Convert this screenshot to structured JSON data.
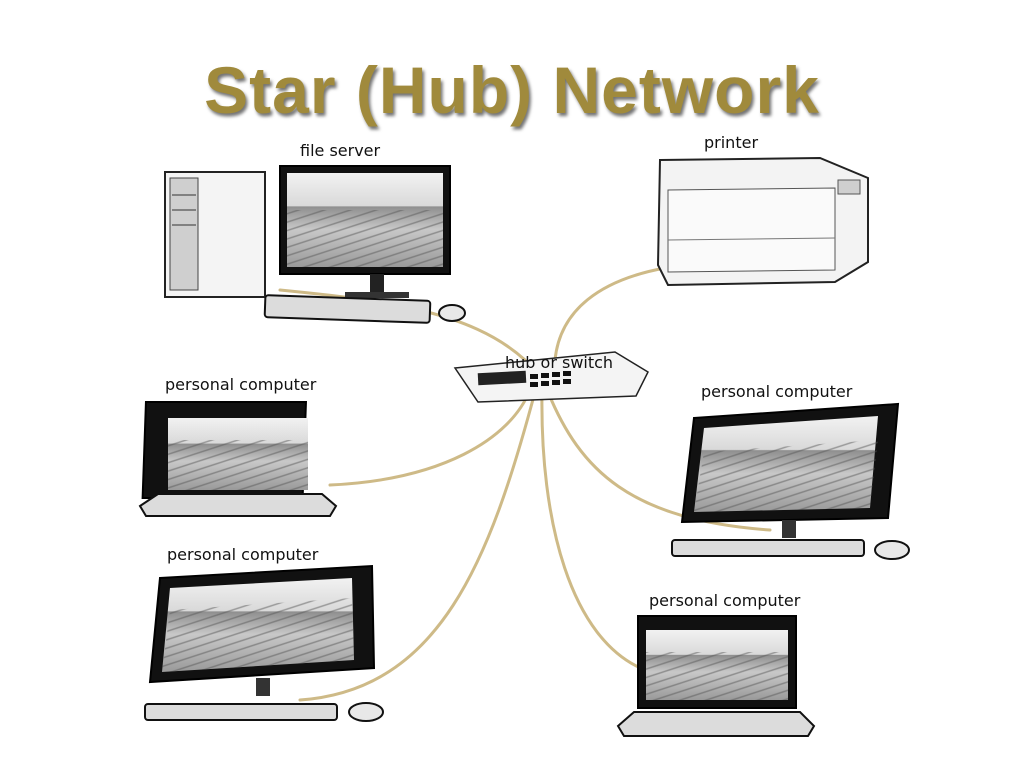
{
  "title": "Star (Hub) Network",
  "colors": {
    "title": "#a08a3c",
    "cable": "#c9b27a",
    "device_frame": "#111111",
    "background": "#ffffff"
  },
  "nodes": {
    "hub": {
      "label": "hub or switch"
    },
    "file_server": {
      "label": "file server"
    },
    "printer": {
      "label": "printer"
    },
    "pc_left_top": {
      "label": "personal computer"
    },
    "pc_left_bottom": {
      "label": "personal computer"
    },
    "pc_right_top": {
      "label": "personal computer"
    },
    "pc_right_bottom": {
      "label": "personal computer"
    }
  }
}
